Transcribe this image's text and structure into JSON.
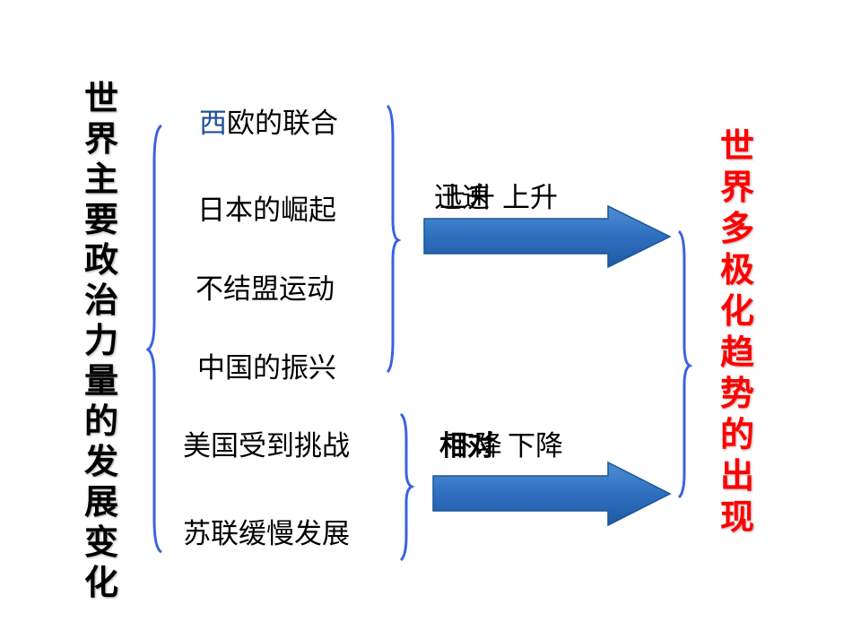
{
  "colors": {
    "brace": "#3a62e0",
    "arrow_dark": "#1f5fa8",
    "arrow_light": "#5b9bd5",
    "title_red": "#ff0000",
    "accent_blue": "#1f4e9a"
  },
  "left_title": [
    "世",
    "界",
    "主",
    "要",
    "政",
    "治",
    "力",
    "量",
    "的",
    "发",
    "展",
    "变",
    "化"
  ],
  "right_title": [
    "世",
    "界",
    "多",
    "极",
    "化",
    "趋",
    "势",
    "的",
    "出",
    "现"
  ],
  "items": {
    "west_europe_first": "西",
    "west_europe_rest": "欧的联合",
    "japan": "日本的崛起",
    "non_aligned": "不结盟运动",
    "china": "中国的振兴",
    "usa": "美国受到挑战",
    "ussr": "苏联缓慢发展"
  },
  "upper_label": {
    "overlap_a": "迅速",
    "overlap_b": "上升",
    "rest": "上升"
  },
  "lower_label": {
    "overlap_a": "相对",
    "overlap_b": "下降",
    "rest": "下降"
  }
}
